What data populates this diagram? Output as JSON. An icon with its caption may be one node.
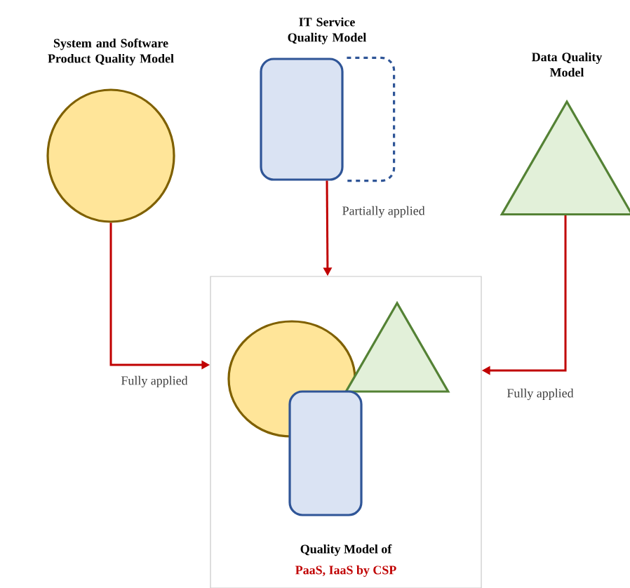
{
  "diagram": {
    "nodes": [
      {
        "text": [
          "System and Software Product Quality Model"
        ]
      },
      {
        "text": [
          "IT Service Quality Model"
        ]
      },
      {
        "text": [
          "Data Quality Model"
        ]
      },
      {
        "text": [
          "Quality Model of",
          "PaaS, IaaS by CSP"
        ]
      },
      {
        "text": [],
        "shape": "circle",
        "in": 3
      },
      {
        "text": [],
        "shape": "triangle",
        "in": 3
      },
      {
        "text": [],
        "shape": "box",
        "in": 3
      },
      {
        "text": [],
        "shape": "dashed-box"
      }
    ],
    "edges": [
      {
        "from": 0,
        "to": 3,
        "arrow": "to",
        "label": "Fully applied"
      },
      {
        "from": 1,
        "to": 3,
        "arrow": "to",
        "label": "Partially applied"
      },
      {
        "from": 2,
        "to": 3,
        "arrow": "to",
        "label": "Fully applied"
      }
    ]
  }
}
